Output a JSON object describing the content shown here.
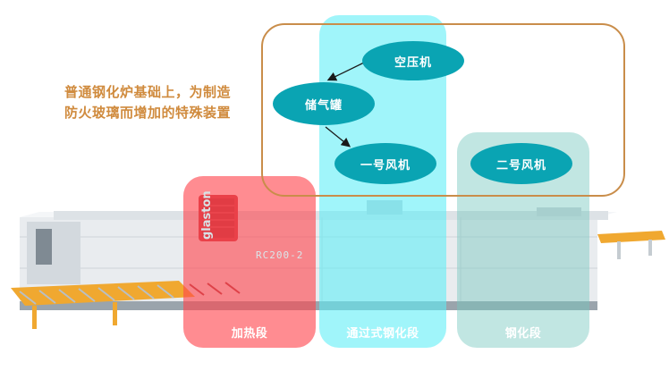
{
  "description": {
    "line1": "普通钢化炉基础上，为制造",
    "line2": "防火玻璃而增加的特殊装置"
  },
  "nodes": {
    "compressor": "空压机",
    "tank": "储气罐",
    "fan1": "一号风机",
    "fan2": "二号风机"
  },
  "zones": {
    "heating": "加热段",
    "passthrough": "通过式钢化段",
    "tempering": "钢化段"
  },
  "machine": {
    "brand": "glaston",
    "model": "RC200-2"
  },
  "colors": {
    "accent_orange": "#c98d4a",
    "node_teal": "#0aa4b3",
    "zone_red": "#ff464e",
    "zone_cyan": "#5ceef6",
    "zone_green": "#76c8be"
  }
}
